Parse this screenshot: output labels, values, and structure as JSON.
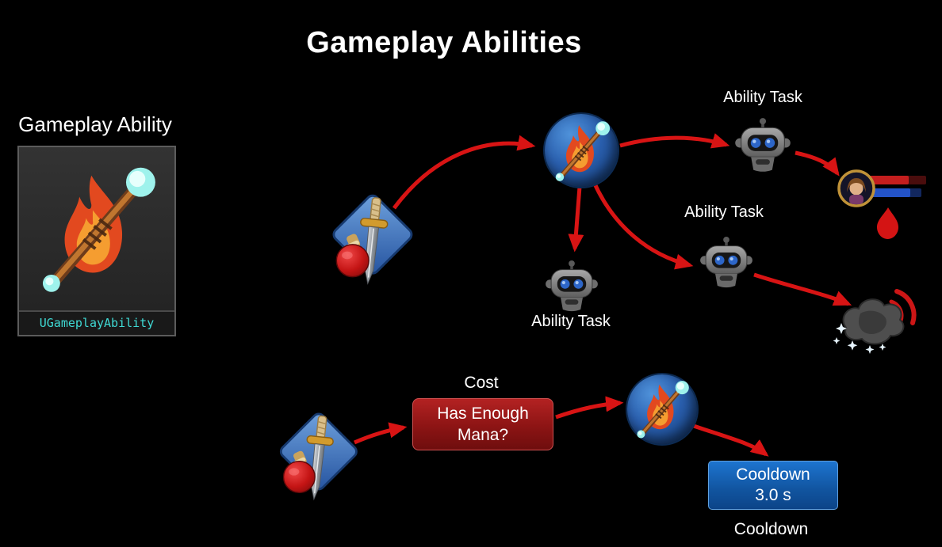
{
  "title": "Gameplay Abilities",
  "ability_card": {
    "label": "Gameplay Ability",
    "class_name": "UGameplayAbility"
  },
  "labels": {
    "ability_task_top": "Ability Task",
    "ability_task_right": "Ability Task",
    "ability_task_bottom": "Ability Task",
    "cost": "Cost",
    "cooldown": "Cooldown"
  },
  "cost_box": {
    "text": "Has Enough Mana?"
  },
  "cooldown_box": {
    "line1": "Cooldown",
    "line2": "3.0 s"
  },
  "icons": {
    "flame_staff": "fire-staff ability icon",
    "sword_potion": "sword-and-potion input icon",
    "robot": "ability-task robot icon",
    "character_portrait": "target character with health and mana bars",
    "blood_drop": "damage drop icon",
    "rock_sound": "rock with sound waves and sparkles"
  },
  "colors": {
    "background": "#000000",
    "arrow": "#d81414",
    "cost_box": "#8c1414",
    "cooldown_box": "#11549f",
    "class_name_text": "#3fd9d4",
    "node_blue": "#2a5fae"
  }
}
